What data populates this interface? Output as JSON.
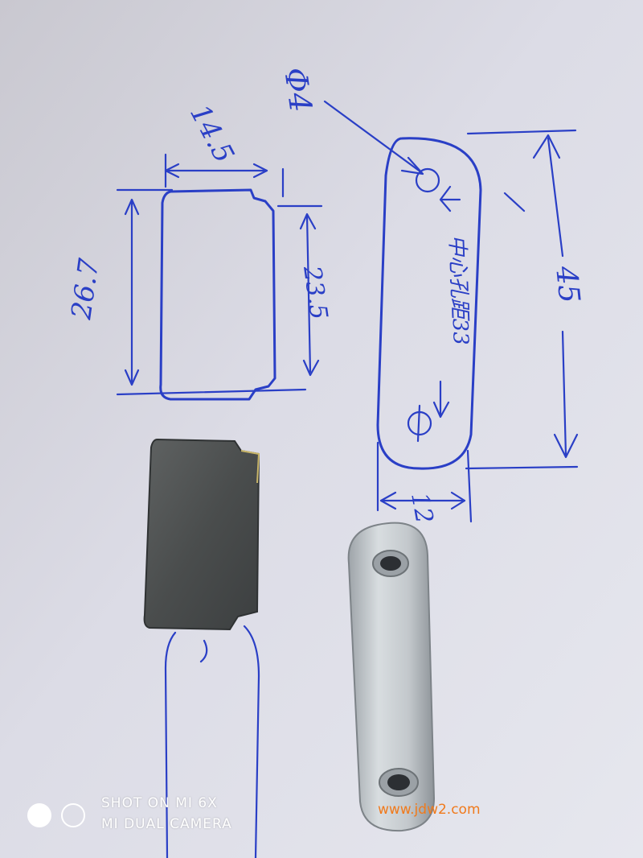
{
  "drawing": {
    "left_width_label": "14.5",
    "left_height_label": "26.7",
    "right_edge_label": "23.5",
    "hole_label": "Φ4",
    "center_distance_label": "中心孔距33",
    "length_label": "45",
    "width_label": "12"
  },
  "camera_watermark": {
    "line1": "SHOT ON MI 6X",
    "line2": "MI DUAL CAMERA"
  },
  "site_watermark": "www.jdw2.com",
  "colors": {
    "paper": "#d9d9e3",
    "ink": "#2a3fc6",
    "dark_plate": "#4e5151",
    "shiny_plate": "#c4c9cd",
    "site_mark": "#f07a1c"
  }
}
